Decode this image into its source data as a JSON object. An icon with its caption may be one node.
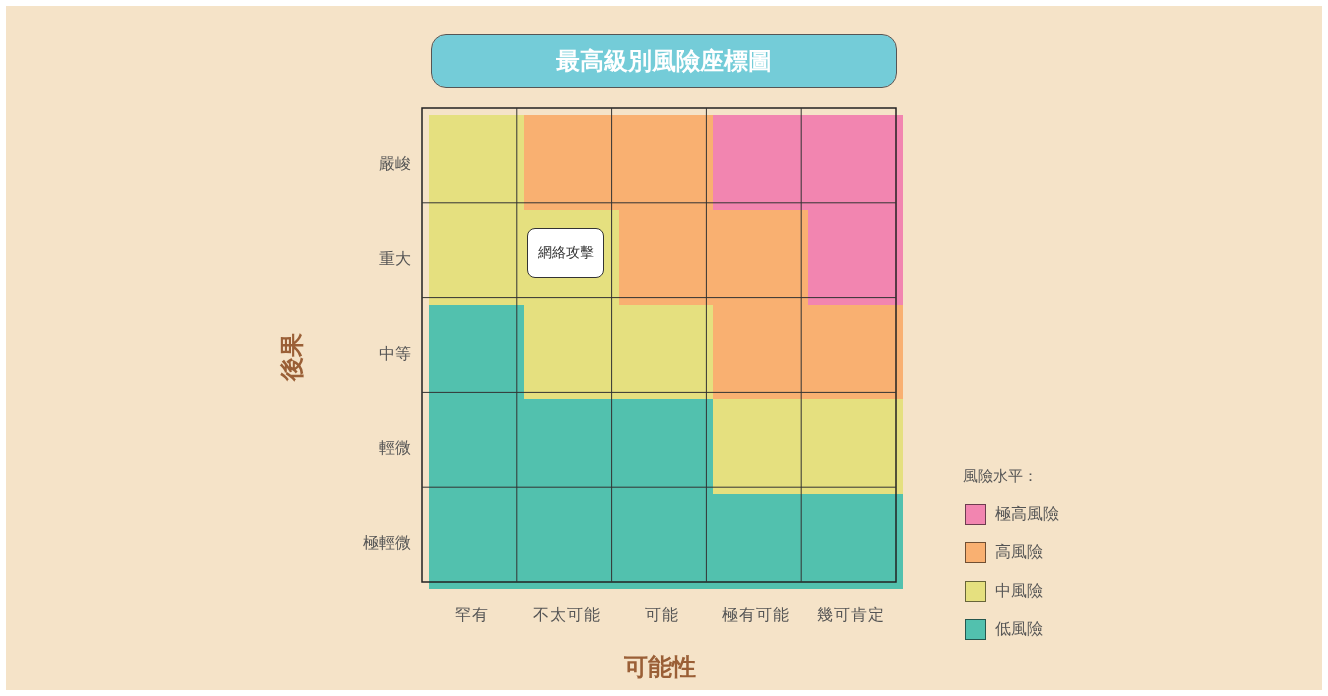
{
  "diagram": {
    "title": "最高級別風險座標圖",
    "nodes": [
      {
        "text": [
          "網絡攻擊"
        ]
      }
    ],
    "labels": [
      "後果",
      "嚴峻",
      "重大",
      "中等",
      "輕微",
      "極輕微",
      "罕有",
      "不太可能",
      "可能",
      "極有可能",
      "幾可肯定",
      "可能性",
      "風險水平："
    ],
    "legend": [
      {
        "text": "極高風險",
        "color": "#f285b0"
      },
      {
        "text": "高風險",
        "color": "#f9b071"
      },
      {
        "text": "中風險",
        "color": "#e5e07f"
      },
      {
        "text": "低風險",
        "color": "#52c1ae"
      }
    ]
  }
}
